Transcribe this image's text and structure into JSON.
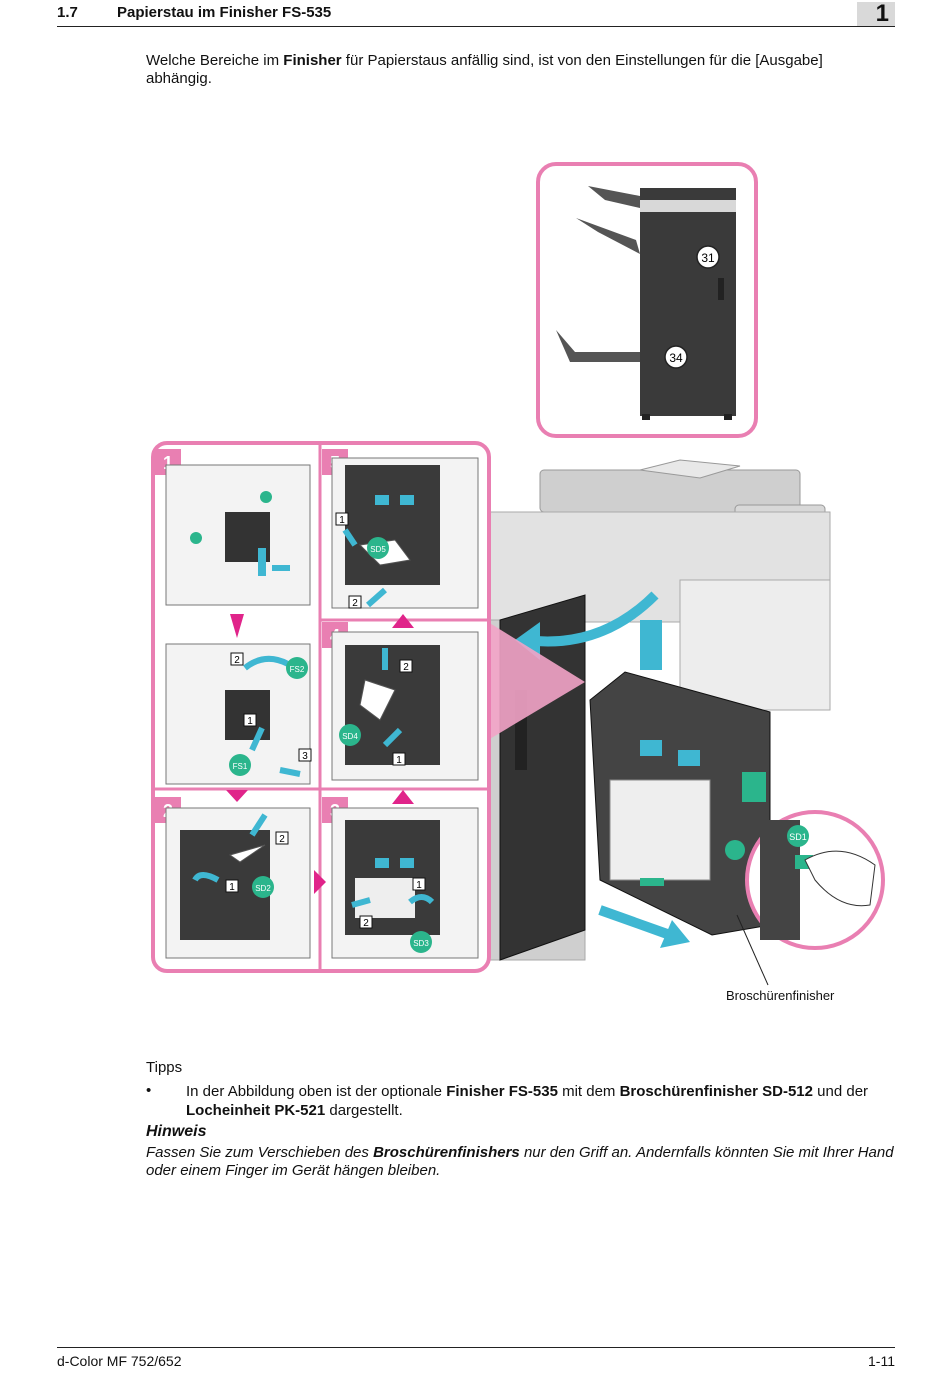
{
  "header": {
    "section_number": "1.7",
    "section_title": "Papierstau im Finisher FS-535",
    "chapter": "1"
  },
  "intro": {
    "pre": "Welche Bereiche im ",
    "bold": "Finisher",
    "post": " für Papierstaus anfällig sind, ist von den Einstellungen für die [Ausgabe] abhängig."
  },
  "figure": {
    "callouts": [
      "31",
      "34"
    ],
    "step_numbers": [
      "1",
      "2",
      "3",
      "4",
      "5"
    ],
    "substeps": [
      "1",
      "2",
      "3"
    ],
    "labels": [
      "FS1",
      "FS2",
      "SD2",
      "SD3",
      "SD4",
      "SD5",
      "SD1"
    ],
    "caption": "Broschürenfinisher",
    "colors": {
      "accent": "#e97fb2",
      "arrow": "#e0248a",
      "teal": "#3fb7d2",
      "green": "#2bb58c",
      "device": "#3a3a3a"
    }
  },
  "tips": {
    "heading": "Tipps",
    "bullet": "•",
    "t1": "In der Abbildung oben ist der optionale ",
    "b1": "Finisher FS-535",
    "t2": " mit dem ",
    "b2": "Broschürenfinisher SD-512",
    "t3": " und der ",
    "b3": "Locheinheit PK-521",
    "t4": " dargestellt."
  },
  "hinweis": {
    "heading": "Hinweis",
    "t1": "Fassen Sie zum Verschieben des ",
    "b1": "Broschürenfinishers",
    "t2": " nur den Griff an. Andernfalls könnten Sie mit Ihrer Hand oder einem Finger im Gerät hängen bleiben."
  },
  "footer": {
    "left": "d-Color MF 752/652",
    "right": "1-11"
  }
}
